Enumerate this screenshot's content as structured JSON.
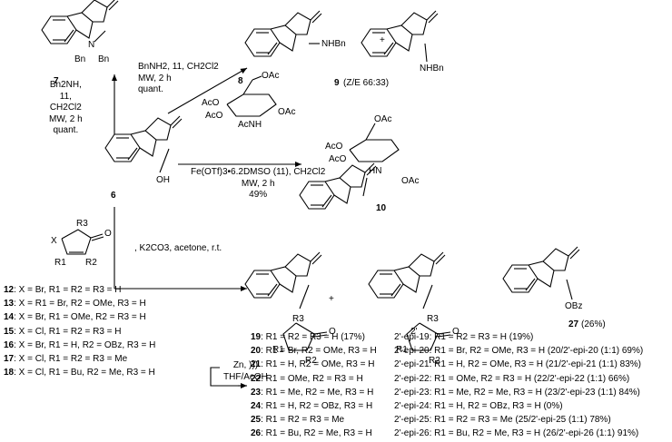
{
  "compounds": {
    "c7": "7",
    "c9": "9",
    "c9_ratio": "(Z/E 66:33)",
    "c6": "6",
    "c8": "8",
    "c10": "10",
    "c27": "27",
    "c27_yield": "(26%)"
  },
  "atoms": {
    "O": "O",
    "N": "N",
    "Bn": "Bn",
    "NHBn": "NHBn",
    "OH": "OH",
    "OAc": "OAc",
    "AcO": "AcO",
    "AcNH": "AcNH",
    "HN": "HN",
    "OBz": "OBz",
    "X": "X",
    "R1": "R1",
    "R2": "R2",
    "R3": "R3",
    "twoprime": "2'",
    "plus": "+"
  },
  "conditions": {
    "to7": [
      "Bn2NH,",
      "11,",
      "CH2Cl2",
      "MW, 2 h",
      "quant."
    ],
    "to9": [
      "BnNH2, 11, CH2Cl2",
      "MW, 2 h",
      "quant."
    ],
    "to10": [
      "Fe(OTf)3•6.2DMSO (11), CH2Cl2",
      "MW, 2 h",
      "49%"
    ],
    "to19": ", K2CO3, acetone, r.t.",
    "zn": [
      "Zn, )))",
      "THF/AcOH"
    ]
  },
  "halides": [
    {
      "num": "12",
      "text": ": X = Br, R1 = R2 = R3 = H"
    },
    {
      "num": "13",
      "text": ": X = R1 = Br, R2 = OMe, R3 = H"
    },
    {
      "num": "14",
      "text": ": X = Br, R1 = OMe, R2 = R3 = H"
    },
    {
      "num": "15",
      "text": ": X = Cl, R1 = R2 = R3 = H"
    },
    {
      "num": "16",
      "text": ": X = Br, R1 = H, R2 = OBz, R3 = H"
    },
    {
      "num": "17",
      "text": ": X = Cl, R1 = R2 = R3 = Me"
    },
    {
      "num": "18",
      "text": ": X = Cl, R1 = Bu, R2 = Me, R3 = H"
    }
  ],
  "products_left": [
    {
      "num": "19",
      "text": ": R1 = R2 = R3 = H (17%)"
    },
    {
      "num": "20",
      "text": ": R1 = Br, R2 = OMe, R3 = H"
    },
    {
      "num": "21",
      "text": ": R1 = H, R2 = OMe, R3 = H"
    },
    {
      "num": "22",
      "text": ": R1 = OMe, R2 = R3 = H"
    },
    {
      "num": "23",
      "text": ": R1 = Me, R2 = Me, R3 = H"
    },
    {
      "num": "24",
      "text": ": R1 = H, R2 = OBz, R3 = H"
    },
    {
      "num": "25",
      "text": ": R1 = R2 = R3 = Me"
    },
    {
      "num": "26",
      "text": ": R1 = Bu, R2 = Me, R3 = H"
    }
  ],
  "products_right": [
    "2'-epi-19: R1 = R2 = R3 = H (19%)",
    "2'-epi-20: R1 = Br, R2 = OMe, R3 = H (20/2'-epi-20 (1:1) 69%)",
    "2'-epi-21: R1 = H, R2 = OMe, R3 = H (21/2'-epi-21 (1:1) 83%)",
    "2'-epi-22: R1 = OMe, R2 = R3 = H (22/2'-epi-22 (1:1) 66%)",
    "2'-epi-23: R1 = Me, R2 = Me, R3 = H (23/2'-epi-23 (1:1) 84%)",
    "2'-epi-24: R1 = H, R2 = OBz, R3 = H (0%)",
    "2'-epi-25: R1 = R2 = R3 = Me (25/2'-epi-25 (1:1) 78%)",
    "2'-epi-26: R1 = Bu, R2 = Me, R3 = H (26/2'-epi-26 (1:1) 91%)"
  ]
}
